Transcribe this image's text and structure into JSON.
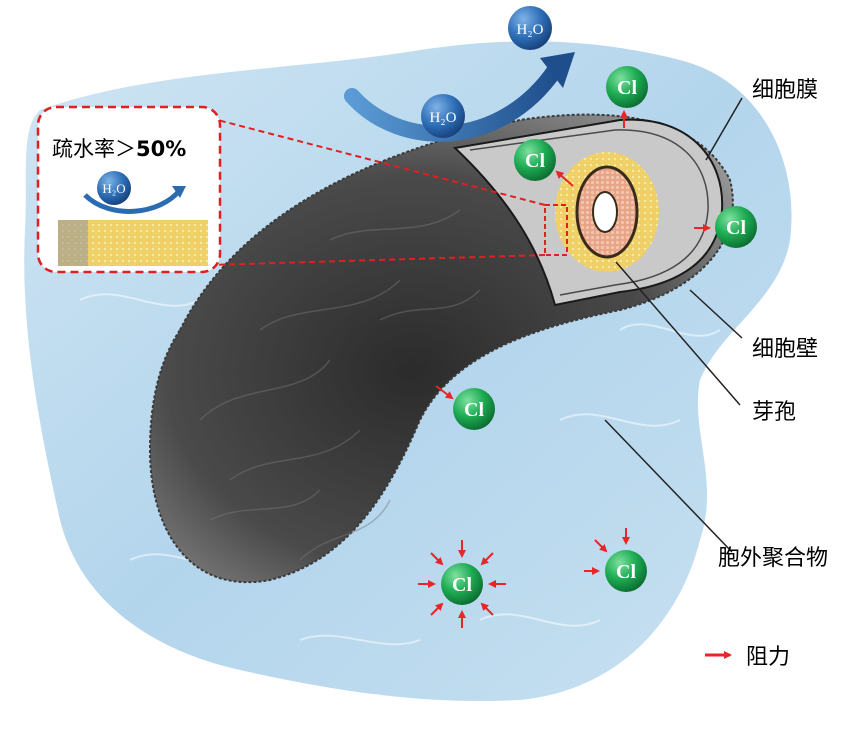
{
  "labels": {
    "membrane": "细胞膜",
    "wall": "细胞壁",
    "spore": "芽孢",
    "eps": "胞外聚合物",
    "resistance": "阻力"
  },
  "inset": {
    "hydrophobicity_label": "疏水率＞",
    "hydrophobicity_value": "50%"
  },
  "molecules": {
    "water": "H₂O",
    "chloride": "Cl"
  },
  "colors": {
    "water_bg": "#bcd9ec",
    "chloride": "#19a64b",
    "water_molecule": "#2b6cb0",
    "arrow_resistance": "#e8262a",
    "inset_border": "#e02020",
    "spore_yellow": "#f3dc78",
    "spore_core": "#e8a98a"
  },
  "icons": [
    "chloride-ion-icon",
    "water-molecule-icon",
    "resistance-arrow-icon",
    "bacterium-cell",
    "spore-icon"
  ]
}
